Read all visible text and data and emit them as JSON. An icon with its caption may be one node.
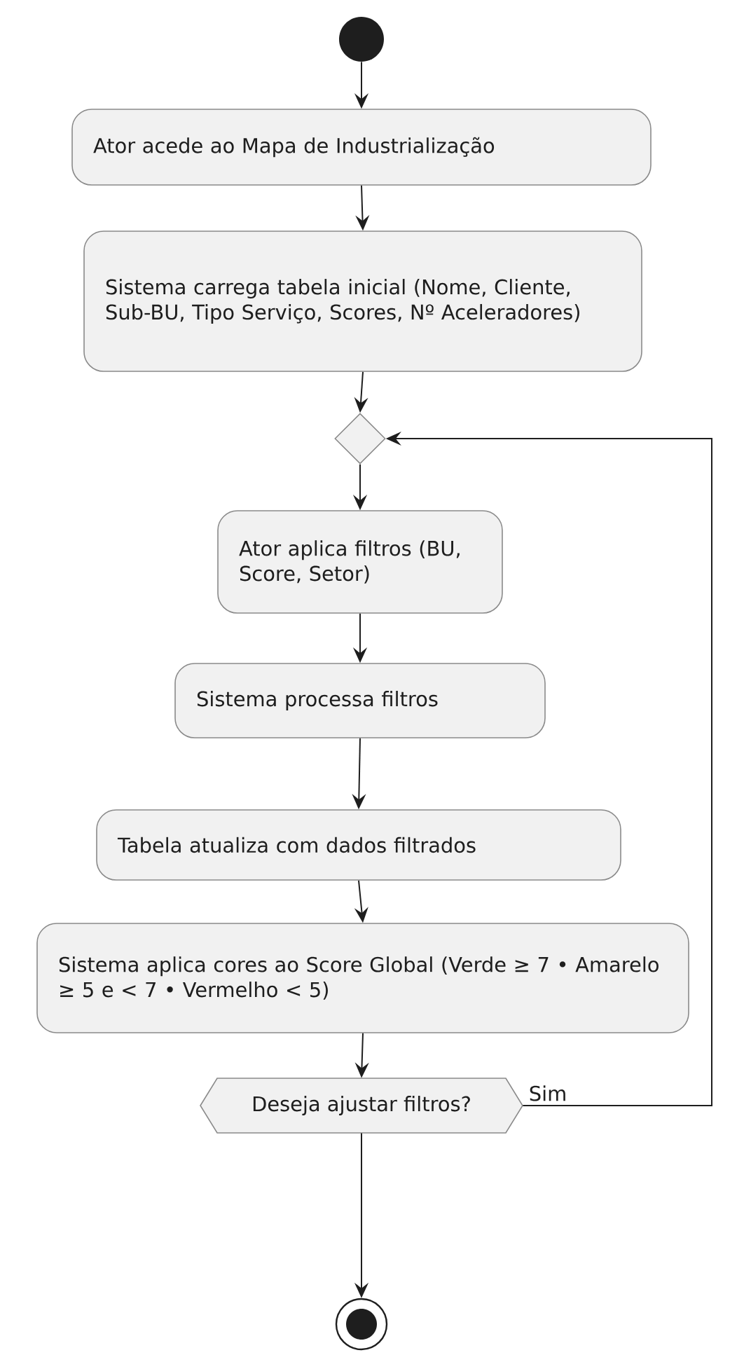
{
  "diagram": {
    "nodes": [
      {
        "text": [],
        "shape": "circle"
      },
      {
        "text": [
          "Ator acede ao Mapa de Industrialização"
        ]
      },
      {
        "text": [
          "Sistema carrega tabela inicial (Nome, Cliente, Sub-BU, Tipo Serviço, Scores, Nº Aceleradores)"
        ]
      },
      {
        "text": [],
        "shape": "diamond"
      },
      {
        "text": [
          "Ator aplica filtros (BU, Score, Setor)"
        ]
      },
      {
        "text": [
          "Sistema processa filtros"
        ]
      },
      {
        "text": [
          "Tabela atualiza com dados filtrados"
        ]
      },
      {
        "text": [
          "Sistema aplica cores ao Score Global (Verde ≥ 7 • Amarelo ≥ 5 e < 7 • Vermelho < 5)"
        ]
      },
      {
        "text": [
          "Deseja ajustar filtros?"
        ]
      },
      {
        "text": [],
        "shape": "bullseye"
      }
    ],
    "edges": [
      {
        "from": 0,
        "to": 1,
        "arrow": "to"
      },
      {
        "from": 1,
        "to": 2,
        "arrow": "to"
      },
      {
        "from": 2,
        "to": 3,
        "arrow": "to"
      },
      {
        "from": 3,
        "to": 4,
        "arrow": "to"
      },
      {
        "from": 4,
        "to": 5,
        "arrow": "to"
      },
      {
        "from": 5,
        "to": 6,
        "arrow": "to"
      },
      {
        "from": 6,
        "to": 7,
        "arrow": "to"
      },
      {
        "from": 7,
        "to": 8,
        "arrow": "to"
      },
      {
        "from": 8,
        "to": 3,
        "arrow": "to",
        "label": "Sim"
      },
      {
        "from": 8,
        "to": 9,
        "arrow": "to"
      }
    ]
  }
}
